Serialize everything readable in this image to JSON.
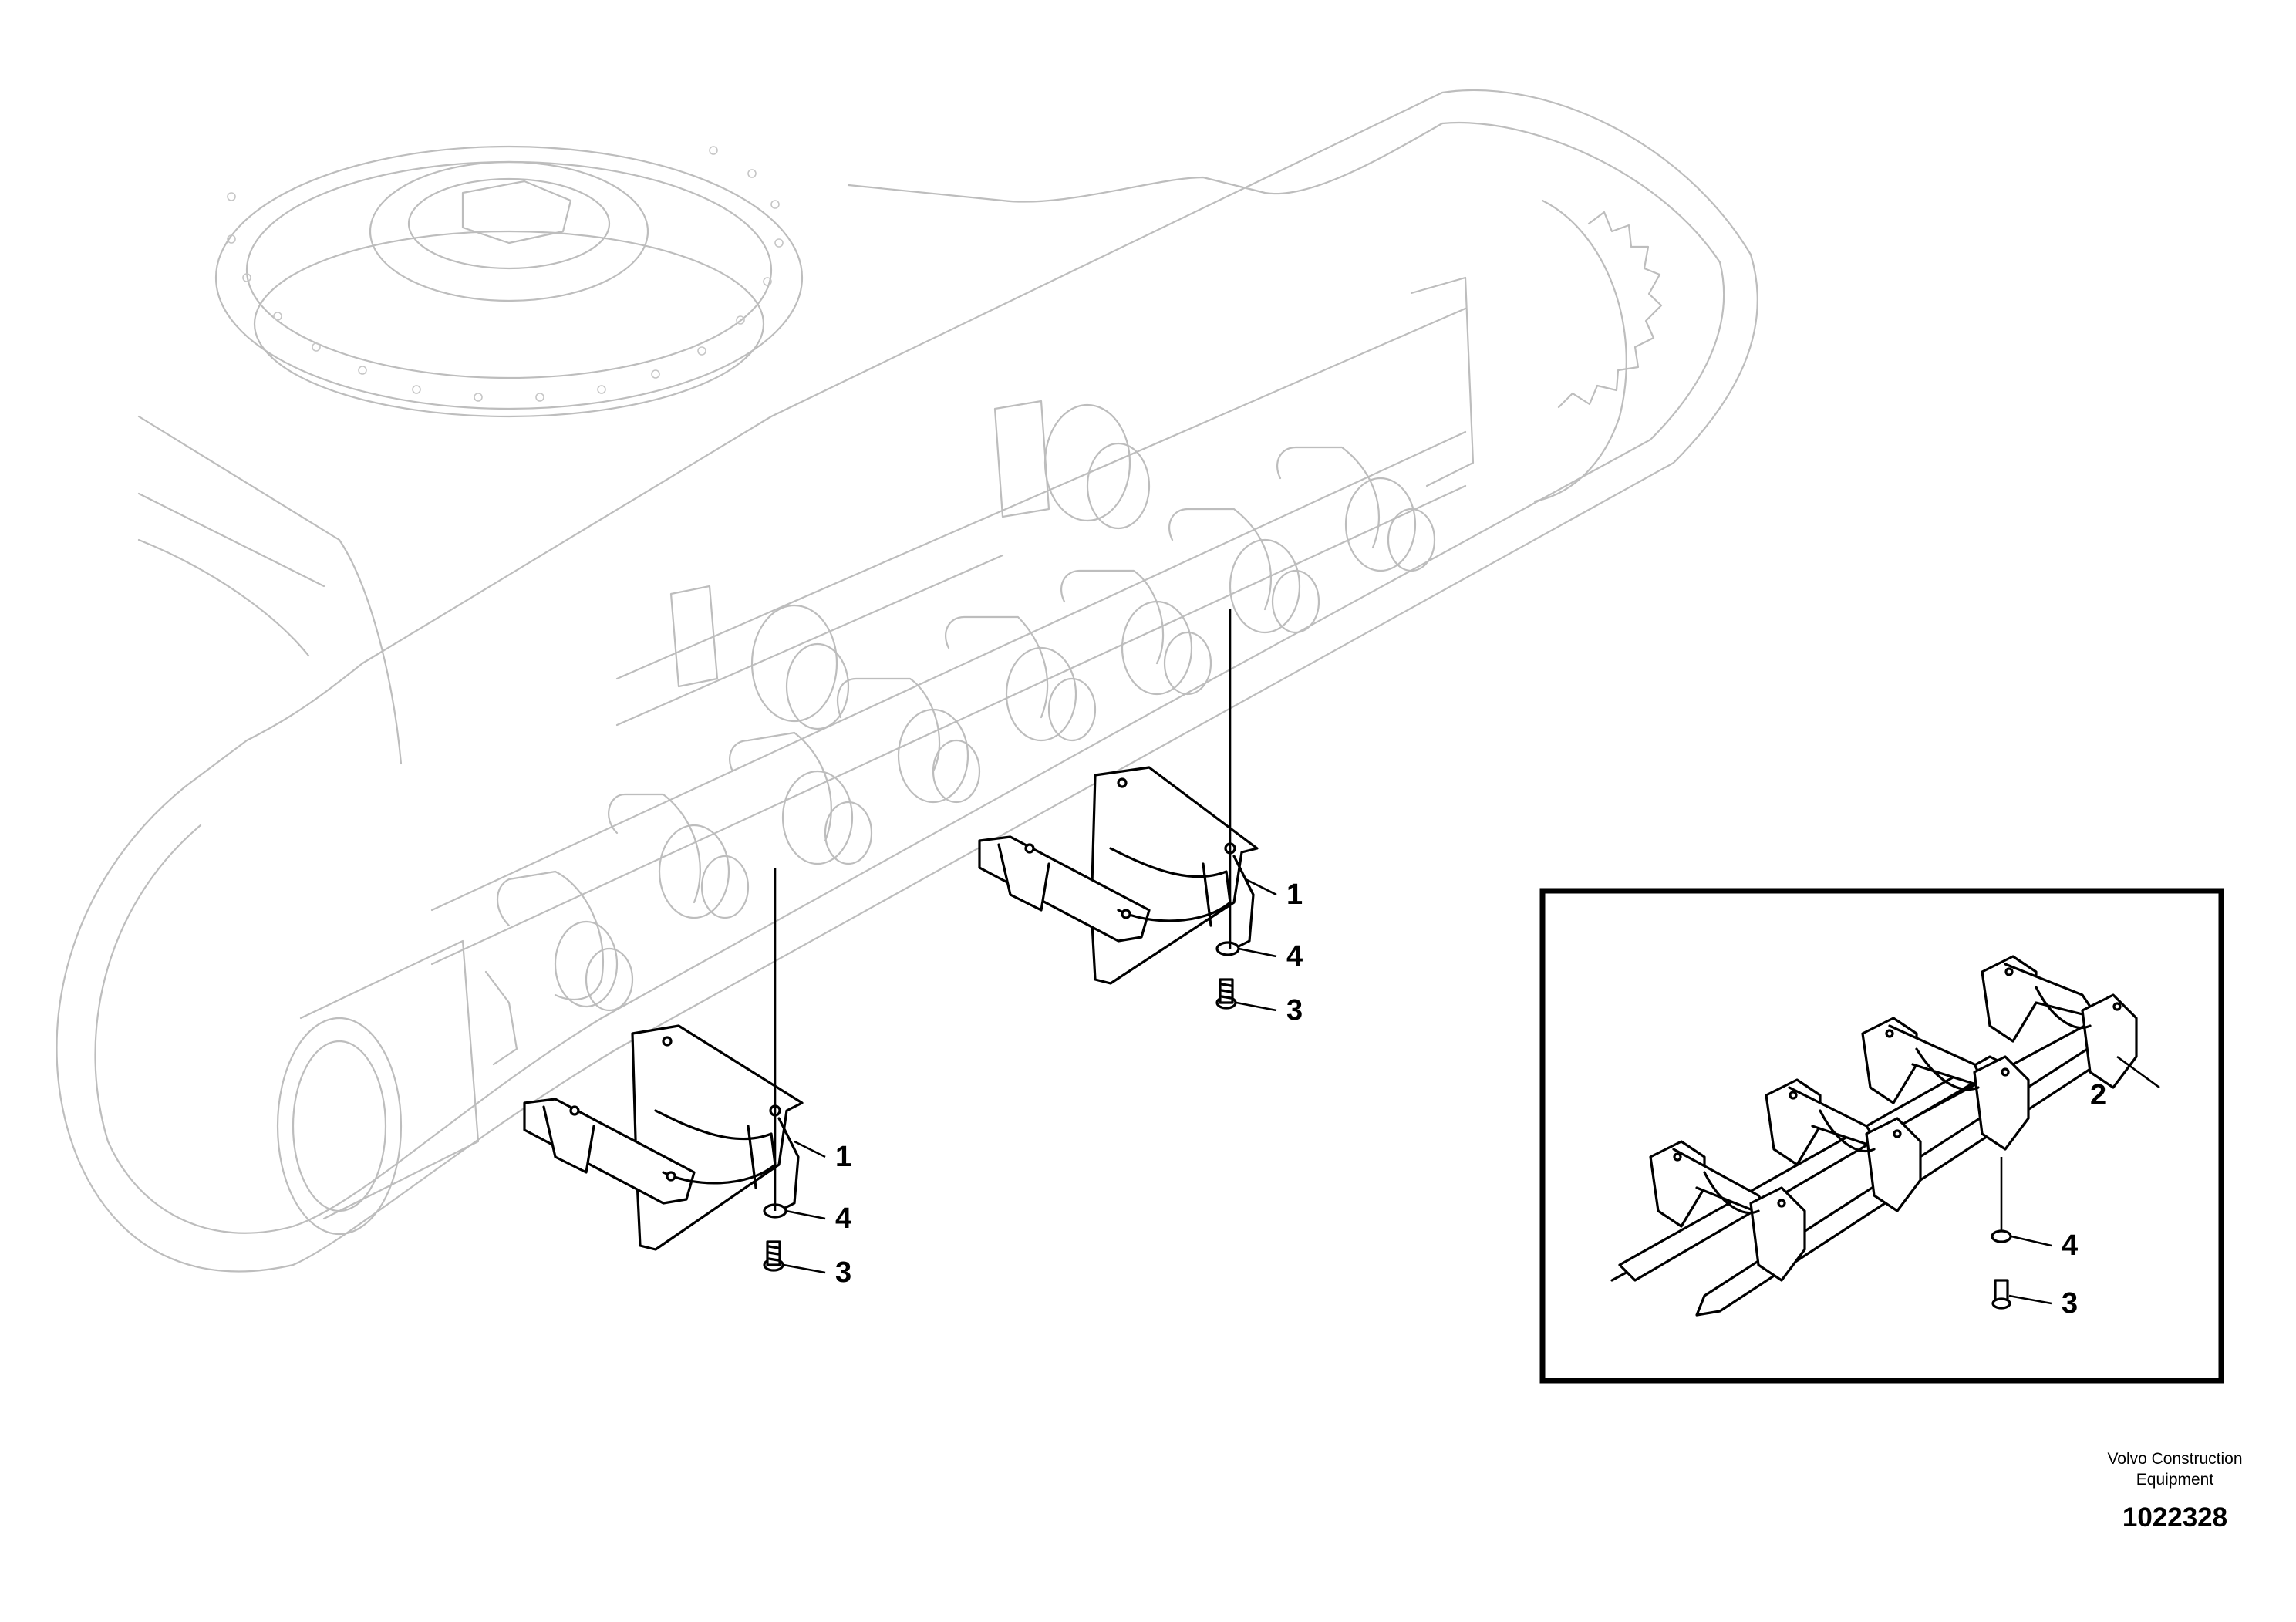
{
  "callouts": {
    "c1a": "1",
    "c4a": "4",
    "c3a": "3",
    "c1b": "1",
    "c4b": "4",
    "c3b": "3",
    "c2": "2",
    "c4c": "4",
    "c3c": "3"
  },
  "brand": {
    "line1": "Volvo Construction",
    "line2": "Equipment",
    "ref": "1022328"
  }
}
